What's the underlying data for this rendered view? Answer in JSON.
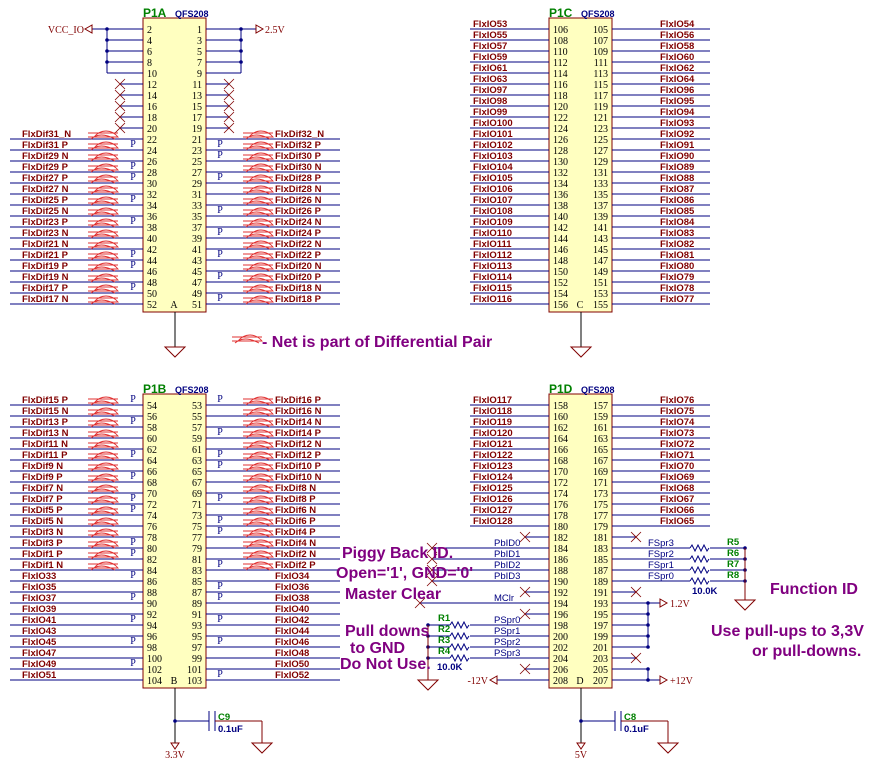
{
  "colors": {
    "wire": "#000080",
    "net": "#800000",
    "box_fill": "#ffffc0",
    "box_stroke": "#800000",
    "title": "#008000",
    "note": "#800080"
  },
  "legend": {
    "icon": "differential-pair-icon",
    "text": "- Net is part of Differential Pair"
  },
  "p_marker": "P",
  "power": {
    "vcc_io": "VCC_IO",
    "v25": "2.5V",
    "v33": "3.3V",
    "v5": "5V",
    "v12p": "+12V",
    "v12n": "-12V",
    "v12": "1.2V"
  },
  "caps": [
    {
      "ref": "C9",
      "value": "0.1uF"
    },
    {
      "ref": "C8",
      "value": "0.1uF"
    }
  ],
  "resistors": {
    "left": [
      "R1",
      "R2",
      "R3",
      "R4"
    ],
    "right": [
      "R5",
      "R6",
      "R7",
      "R8"
    ],
    "value": "10.0K"
  },
  "notes": {
    "piggy": "Piggy Back ID.",
    "open": "Open='1', GND='0'",
    "mclr": "Master Clear",
    "pull1": "Pull downs",
    "pull2": "to GND",
    "pull3": "Do Not Use.",
    "func": "Function ID",
    "use1": "Use pull-ups to 3,3V",
    "use2": "or pull-downs."
  },
  "chips": [
    {
      "id": "P1A",
      "part": "QFS208",
      "unit": "A",
      "left": [
        [
          "2",
          "",
          "pwr"
        ],
        [
          "4",
          "",
          "pwr"
        ],
        [
          "6",
          "",
          "pwr"
        ],
        [
          "8",
          "",
          "pwr"
        ],
        [
          "10",
          "",
          "pwr"
        ],
        [
          "12",
          "",
          "nc"
        ],
        [
          "14",
          "",
          "nc"
        ],
        [
          "16",
          "",
          "nc"
        ],
        [
          "18",
          "",
          "nc"
        ],
        [
          "20",
          "",
          "nc"
        ],
        [
          "22",
          "FlxDif31_N",
          "d"
        ],
        [
          "24",
          "FlxDif31 P",
          "d"
        ],
        [
          "26",
          "FlxDif29 N",
          "d"
        ],
        [
          "28",
          "FlxDif29 P",
          "d"
        ],
        [
          "30",
          "FlxDif27 P",
          "d"
        ],
        [
          "32",
          "FlxDif27 N",
          "d"
        ],
        [
          "34",
          "FlxDif25 P",
          "d"
        ],
        [
          "36",
          "FlxDif25 N",
          "d"
        ],
        [
          "38",
          "FlxDif23 P",
          "d"
        ],
        [
          "40",
          "FlxDif23 N",
          "d"
        ],
        [
          "42",
          "FlxDif21 N",
          "d"
        ],
        [
          "44",
          "FlxDif21 P",
          "d"
        ],
        [
          "46",
          "FlxDif19 P",
          "d"
        ],
        [
          "48",
          "FlxDif19 N",
          "d"
        ],
        [
          "50",
          "FlxDif17 P",
          "d"
        ],
        [
          "52",
          "FlxDif17 N",
          "d"
        ]
      ],
      "right": [
        [
          "1",
          "",
          "pwr"
        ],
        [
          "3",
          "",
          "pwr"
        ],
        [
          "5",
          "",
          "pwr"
        ],
        [
          "7",
          "",
          "pwr"
        ],
        [
          "9",
          "",
          "pwr"
        ],
        [
          "11",
          "",
          "nc"
        ],
        [
          "13",
          "",
          "nc"
        ],
        [
          "15",
          "",
          "nc"
        ],
        [
          "17",
          "",
          "nc"
        ],
        [
          "19",
          "",
          "nc"
        ],
        [
          "21",
          "FlxDif32_N",
          "d"
        ],
        [
          "23",
          "FlxDif32 P",
          "d"
        ],
        [
          "25",
          "FlxDif30 P",
          "d"
        ],
        [
          "27",
          "FlxDif30 N",
          "d"
        ],
        [
          "29",
          "FlxDif28 P",
          "d"
        ],
        [
          "31",
          "FlxDif28 N",
          "d"
        ],
        [
          "33",
          "FlxDif26 N",
          "d"
        ],
        [
          "35",
          "FlxDif26 P",
          "d"
        ],
        [
          "37",
          "FlxDif24 N",
          "d"
        ],
        [
          "39",
          "FlxDif24 P",
          "d"
        ],
        [
          "41",
          "FlxDif22 N",
          "d"
        ],
        [
          "43",
          "FlxDif22 P",
          "d"
        ],
        [
          "45",
          "FlxDif20 N",
          "d"
        ],
        [
          "47",
          "FlxDif20 P",
          "d"
        ],
        [
          "49",
          "FlxDif18 N",
          "d"
        ],
        [
          "51",
          "FlxDif18 P",
          "d"
        ]
      ]
    },
    {
      "id": "P1B",
      "part": "QFS208",
      "unit": "B",
      "left": [
        [
          "54",
          "FlxDif15 P",
          "d"
        ],
        [
          "56",
          "FlxDif15 N",
          "d"
        ],
        [
          "58",
          "FlxDif13 P",
          "d"
        ],
        [
          "60",
          "FlxDif13 N",
          "d"
        ],
        [
          "62",
          "FlxDif11 N",
          "d"
        ],
        [
          "64",
          "FlxDif11 P",
          "d"
        ],
        [
          "66",
          "FlxDif9 N",
          "d"
        ],
        [
          "68",
          "FlxDif9 P",
          "d"
        ],
        [
          "70",
          "FlxDif7 N",
          "d"
        ],
        [
          "72",
          "FlxDif7 P",
          "d"
        ],
        [
          "74",
          "FlxDif5 P",
          "d"
        ],
        [
          "76",
          "FlxDif5 N",
          "d"
        ],
        [
          "78",
          "FlxDif3 N",
          "d"
        ],
        [
          "80",
          "FlxDif3 P",
          "d"
        ],
        [
          "82",
          "FlxDif1 P",
          "d"
        ],
        [
          "84",
          "FlxDif1 N",
          "d"
        ],
        [
          "86",
          "FlxIO33",
          "p"
        ],
        [
          "88",
          "FlxIO35",
          "n"
        ],
        [
          "90",
          "FlxIO37",
          "p"
        ],
        [
          "92",
          "FlxIO39",
          "n"
        ],
        [
          "94",
          "FlxIO41",
          "p"
        ],
        [
          "96",
          "FlxIO43",
          "n"
        ],
        [
          "98",
          "FlxIO45",
          "p"
        ],
        [
          "100",
          "FlxIO47",
          "n"
        ],
        [
          "102",
          "FlxIO49",
          "p"
        ],
        [
          "104",
          "FlxIO51",
          "n"
        ]
      ],
      "right": [
        [
          "53",
          "FlxDif16 P",
          "d"
        ],
        [
          "55",
          "FlxDif16 N",
          "d"
        ],
        [
          "57",
          "FlxDif14 N",
          "d"
        ],
        [
          "59",
          "FlxDif14 P",
          "d"
        ],
        [
          "61",
          "FlxDif12 N",
          "d"
        ],
        [
          "63",
          "FlxDif12 P",
          "d"
        ],
        [
          "65",
          "FlxDif10 P",
          "d"
        ],
        [
          "67",
          "FlxDif10 N",
          "d"
        ],
        [
          "69",
          "FlxDif8 N",
          "d"
        ],
        [
          "71",
          "FlxDif8 P",
          "d"
        ],
        [
          "73",
          "FlxDif6 N",
          "d"
        ],
        [
          "75",
          "FlxDif6 P",
          "d"
        ],
        [
          "77",
          "FlxDif4 P",
          "d"
        ],
        [
          "79",
          "FlxDif4 N",
          "d"
        ],
        [
          "81",
          "FlxDif2 N",
          "d"
        ],
        [
          "83",
          "FlxDif2 P",
          "d"
        ],
        [
          "85",
          "FlxIO34",
          "n"
        ],
        [
          "87",
          "FlxIO36",
          "p"
        ],
        [
          "89",
          "FlxIO38",
          "p"
        ],
        [
          "91",
          "FlxIO40",
          "n"
        ],
        [
          "93",
          "FlxIO42",
          "p"
        ],
        [
          "95",
          "FlxIO44",
          "n"
        ],
        [
          "97",
          "FlxIO46",
          "p"
        ],
        [
          "99",
          "FlxIO48",
          "n"
        ],
        [
          "101",
          "FlxIO50",
          "n"
        ],
        [
          "103",
          "FlxIO52",
          "p"
        ]
      ]
    },
    {
      "id": "P1C",
      "part": "QFS208",
      "unit": "C",
      "left": [
        [
          "106",
          "FlxIO53",
          "n"
        ],
        [
          "108",
          "FlxIO55",
          "n"
        ],
        [
          "110",
          "FlxIO57",
          "n"
        ],
        [
          "112",
          "FlxIO59",
          "n"
        ],
        [
          "114",
          "FlxIO61",
          "n"
        ],
        [
          "116",
          "FlxIO63",
          "n"
        ],
        [
          "118",
          "FlxIO97",
          "n"
        ],
        [
          "120",
          "FlxIO98",
          "n"
        ],
        [
          "122",
          "FlxIO99",
          "n"
        ],
        [
          "124",
          "FlxIO100",
          "n"
        ],
        [
          "126",
          "FlxIO101",
          "n"
        ],
        [
          "128",
          "FlxIO102",
          "n"
        ],
        [
          "130",
          "FlxIO103",
          "n"
        ],
        [
          "132",
          "FlxIO104",
          "n"
        ],
        [
          "134",
          "FlxIO105",
          "n"
        ],
        [
          "136",
          "FlxIO106",
          "n"
        ],
        [
          "138",
          "FlxIO107",
          "n"
        ],
        [
          "140",
          "FlxIO108",
          "n"
        ],
        [
          "142",
          "FlxIO109",
          "n"
        ],
        [
          "144",
          "FlxIO110",
          "n"
        ],
        [
          "146",
          "FlxIO111",
          "n"
        ],
        [
          "148",
          "FlxIO112",
          "n"
        ],
        [
          "150",
          "FlxIO113",
          "n"
        ],
        [
          "152",
          "FlxIO114",
          "n"
        ],
        [
          "154",
          "FlxIO115",
          "n"
        ],
        [
          "156",
          "FlxIO116",
          "n"
        ]
      ],
      "right": [
        [
          "105",
          "FlxIO54",
          "n"
        ],
        [
          "107",
          "FlxIO56",
          "n"
        ],
        [
          "109",
          "FlxIO58",
          "n"
        ],
        [
          "111",
          "FlxIO60",
          "n"
        ],
        [
          "113",
          "FlxIO62",
          "n"
        ],
        [
          "115",
          "FlxIO64",
          "n"
        ],
        [
          "117",
          "FlxIO96",
          "n"
        ],
        [
          "119",
          "FlxIO95",
          "n"
        ],
        [
          "121",
          "FlxIO94",
          "n"
        ],
        [
          "123",
          "FlxIO93",
          "n"
        ],
        [
          "125",
          "FlxIO92",
          "n"
        ],
        [
          "127",
          "FlxIO91",
          "n"
        ],
        [
          "129",
          "FlxIO90",
          "n"
        ],
        [
          "131",
          "FlxIO89",
          "n"
        ],
        [
          "133",
          "FlxIO88",
          "n"
        ],
        [
          "135",
          "FlxIO87",
          "n"
        ],
        [
          "137",
          "FlxIO86",
          "n"
        ],
        [
          "139",
          "FlxIO85",
          "n"
        ],
        [
          "141",
          "FlxIO84",
          "n"
        ],
        [
          "143",
          "FlxIO83",
          "n"
        ],
        [
          "145",
          "FlxIO82",
          "n"
        ],
        [
          "147",
          "FlxIO81",
          "n"
        ],
        [
          "149",
          "FlxIO80",
          "n"
        ],
        [
          "151",
          "FlxIO79",
          "n"
        ],
        [
          "153",
          "FlxIO78",
          "n"
        ],
        [
          "155",
          "FlxIO77",
          "n"
        ]
      ]
    },
    {
      "id": "P1D",
      "part": "QFS208",
      "unit": "D",
      "left": [
        [
          "158",
          "FlxIO117",
          "n"
        ],
        [
          "160",
          "FlxIO118",
          "n"
        ],
        [
          "162",
          "FlxIO119",
          "n"
        ],
        [
          "164",
          "FlxIO120",
          "n"
        ],
        [
          "166",
          "FlxIO121",
          "n"
        ],
        [
          "168",
          "FlxIO122",
          "n"
        ],
        [
          "170",
          "FlxIO123",
          "n"
        ],
        [
          "172",
          "FlxIO124",
          "n"
        ],
        [
          "174",
          "FlxIO125",
          "n"
        ],
        [
          "176",
          "FlxIO126",
          "n"
        ],
        [
          "178",
          "FlxIO127",
          "n"
        ],
        [
          "180",
          "FlxIO128",
          "n"
        ],
        [
          "182",
          "",
          "nc"
        ],
        [
          "184",
          "PbID0",
          "pb"
        ],
        [
          "186",
          "PbID1",
          "pb"
        ],
        [
          "188",
          "PbID2",
          "pb"
        ],
        [
          "190",
          "PbID3",
          "pb"
        ],
        [
          "192",
          "",
          "nc"
        ],
        [
          "194",
          "MClr",
          "mc"
        ],
        [
          "196",
          "",
          "nc"
        ],
        [
          "198",
          "PSpr0",
          "ps"
        ],
        [
          "200",
          "PSpr1",
          "ps"
        ],
        [
          "202",
          "PSpr2",
          "ps"
        ],
        [
          "204",
          "PSpr3",
          "ps"
        ],
        [
          "206",
          "",
          "nc"
        ],
        [
          "208",
          "",
          "m12"
        ]
      ],
      "right": [
        [
          "157",
          "FlxIO76",
          "n"
        ],
        [
          "159",
          "FlxIO75",
          "n"
        ],
        [
          "161",
          "FlxIO74",
          "n"
        ],
        [
          "163",
          "FlxIO73",
          "n"
        ],
        [
          "165",
          "FlxIO72",
          "n"
        ],
        [
          "167",
          "FlxIO71",
          "n"
        ],
        [
          "169",
          "FlxIO70",
          "n"
        ],
        [
          "171",
          "FlxIO69",
          "n"
        ],
        [
          "173",
          "FlxIO68",
          "n"
        ],
        [
          "175",
          "FlxIO67",
          "n"
        ],
        [
          "177",
          "FlxIO66",
          "n"
        ],
        [
          "179",
          "FlxIO65",
          "n"
        ],
        [
          "181",
          "",
          "nc"
        ],
        [
          "183",
          "FSpr3",
          "fs"
        ],
        [
          "185",
          "FSpr2",
          "fs"
        ],
        [
          "187",
          "FSpr1",
          "fs"
        ],
        [
          "189",
          "FSpr0",
          "fs"
        ],
        [
          "191",
          "",
          "nc"
        ],
        [
          "193",
          "",
          "v12"
        ],
        [
          "195",
          "",
          "tie12"
        ],
        [
          "197",
          "",
          "tie12"
        ],
        [
          "199",
          "",
          "tie12"
        ],
        [
          "201",
          "",
          "tie12"
        ],
        [
          "203",
          "",
          "nc"
        ],
        [
          "205",
          "",
          "tiep12"
        ],
        [
          "207",
          "",
          "p12"
        ]
      ]
    }
  ]
}
